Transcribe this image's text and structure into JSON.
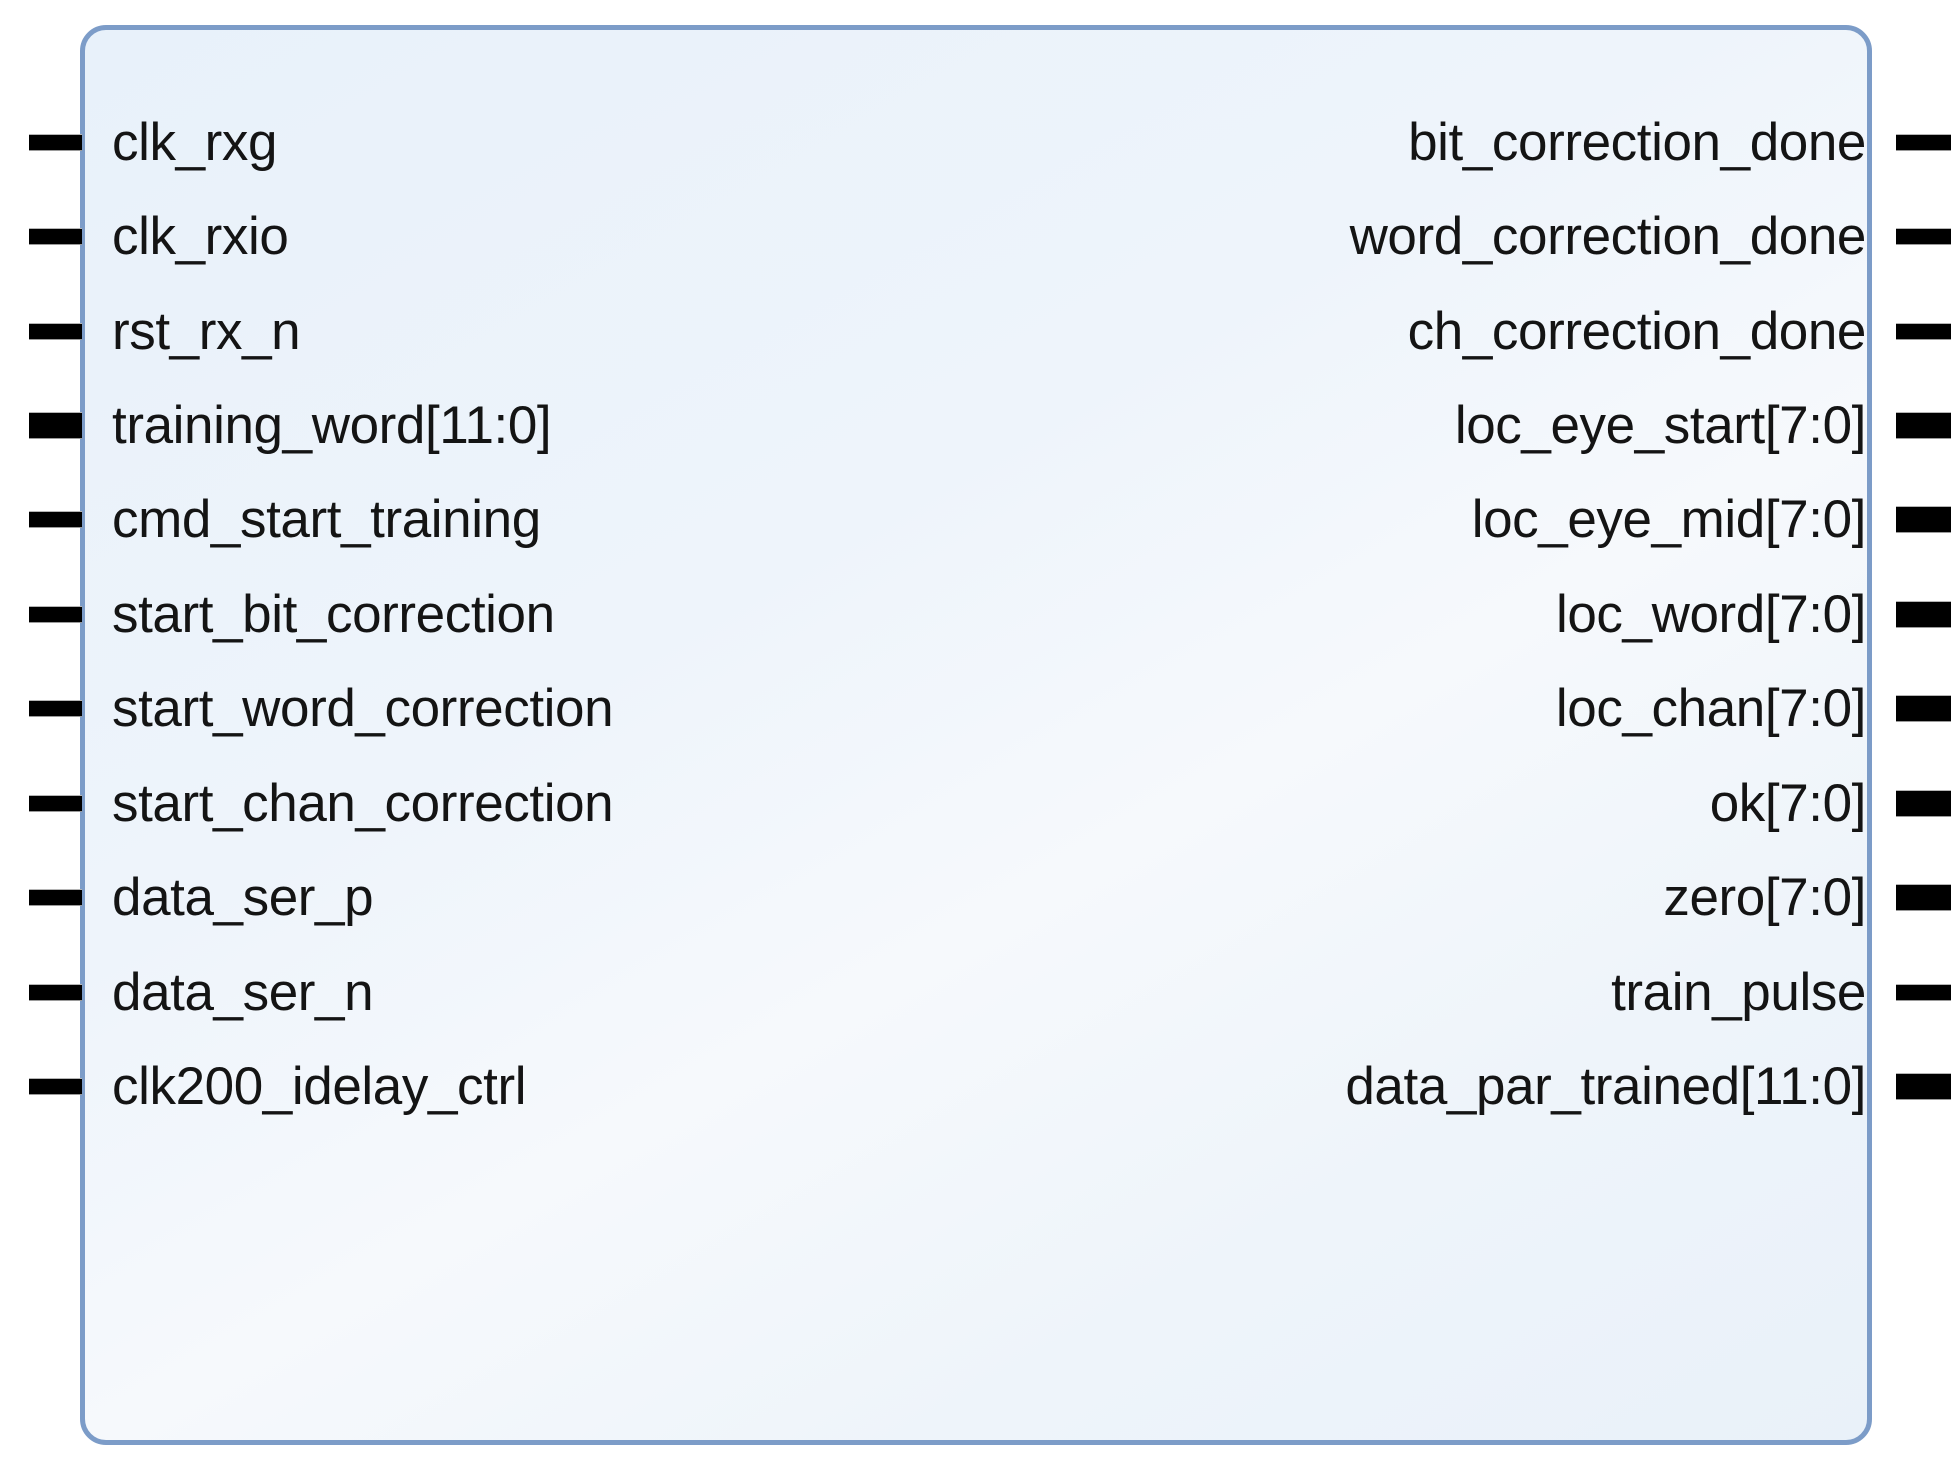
{
  "diagram": {
    "kind": "rtl-module-symbol",
    "colors": {
      "border": "#7c9cc8",
      "body_fill": "#eef4fb",
      "pin": "#000000",
      "label_text": "#141414"
    }
  },
  "module": {
    "inputs": [
      {
        "label": "clk_rxg",
        "width": "bit"
      },
      {
        "label": "clk_rxio",
        "width": "bit"
      },
      {
        "label": "rst_rx_n",
        "width": "bit"
      },
      {
        "label": "training_word[11:0]",
        "width": "bus"
      },
      {
        "label": "cmd_start_training",
        "width": "bit"
      },
      {
        "label": "start_bit_correction",
        "width": "bit"
      },
      {
        "label": "start_word_correction",
        "width": "bit"
      },
      {
        "label": "start_chan_correction",
        "width": "bit"
      },
      {
        "label": "data_ser_p",
        "width": "bit"
      },
      {
        "label": "data_ser_n",
        "width": "bit"
      },
      {
        "label": "clk200_idelay_ctrl",
        "width": "bit"
      }
    ],
    "outputs": [
      {
        "label": "bit_correction_done",
        "width": "bit"
      },
      {
        "label": "word_correction_done",
        "width": "bit"
      },
      {
        "label": "ch_correction_done",
        "width": "bit"
      },
      {
        "label": "loc_eye_start[7:0]",
        "width": "bus"
      },
      {
        "label": "loc_eye_mid[7:0]",
        "width": "bus"
      },
      {
        "label": "loc_word[7:0]",
        "width": "bus"
      },
      {
        "label": "loc_chan[7:0]",
        "width": "bus"
      },
      {
        "label": "ok[7:0]",
        "width": "bus"
      },
      {
        "label": "zero[7:0]",
        "width": "bus"
      },
      {
        "label": "train_pulse",
        "width": "bit"
      },
      {
        "label": "data_par_trained[11:0]",
        "width": "bus"
      }
    ]
  }
}
